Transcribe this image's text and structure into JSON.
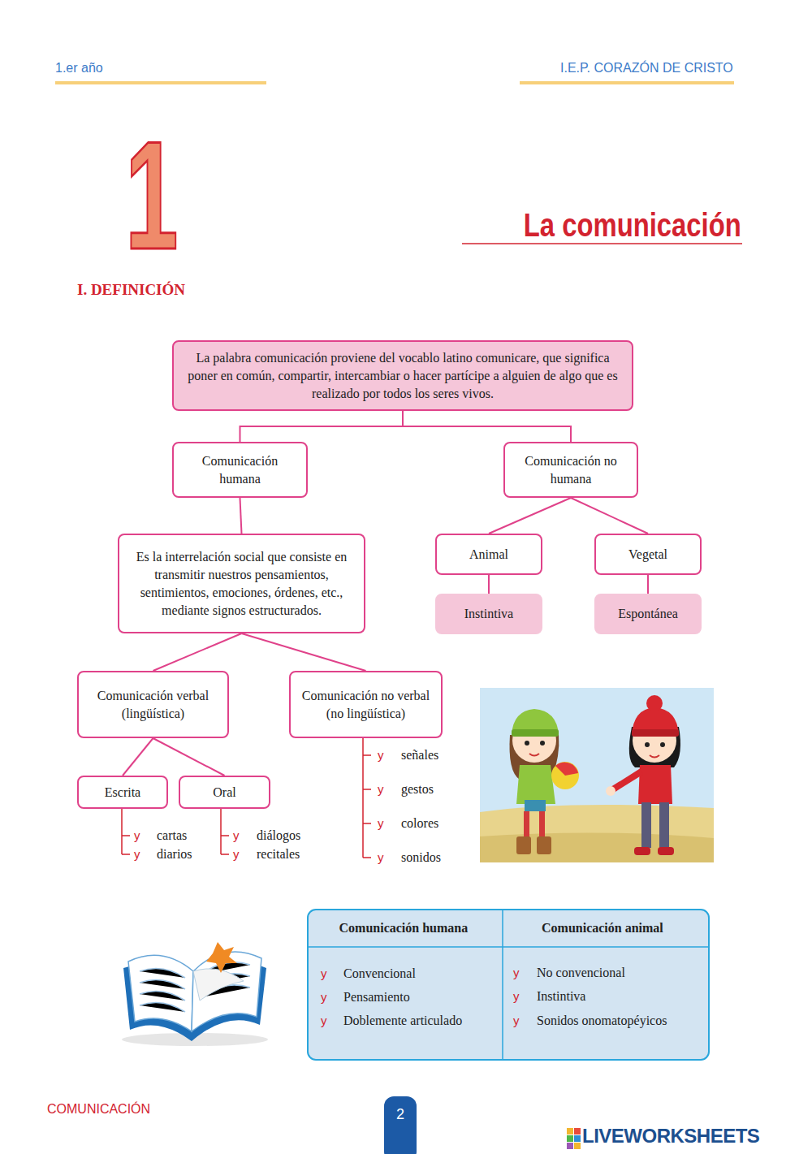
{
  "diagram": {
    "title": "La comunicación",
    "nodes": [
      {
        "text": [
          "La palabra comunicación proviene del vocablo latino comunicare, que significa poner en común, compartir, intercambiar o hacer partícipe a alguien de algo que es realizado por todos los seres vivos."
        ]
      },
      {
        "text": [
          "Comunicación humana"
        ]
      },
      {
        "text": [
          "Comunicación no humana"
        ]
      },
      {
        "text": [
          "Es la interrelación social que consiste en transmitir nuestros pensamientos, sentimientos, emociones, órdenes, etc., mediante signos estructurados."
        ]
      },
      {
        "text": [
          "Animal"
        ]
      },
      {
        "text": [
          "Vegetal"
        ]
      },
      {
        "text": [
          "Instintiva"
        ]
      },
      {
        "text": [
          "Espontánea"
        ]
      },
      {
        "text": [
          "Comunicación verbal (lingüística)"
        ]
      },
      {
        "text": [
          "Comunicación no verbal (no lingüística)"
        ]
      },
      {
        "text": [
          "Escrita"
        ]
      },
      {
        "text": [
          "Oral"
        ]
      }
    ],
    "edges": [
      {
        "from": 0,
        "to": 1,
        "arrow": "none"
      },
      {
        "from": 0,
        "to": 2,
        "arrow": "none"
      },
      {
        "from": 1,
        "to": 3,
        "arrow": "none"
      },
      {
        "from": 2,
        "to": 4,
        "arrow": "none"
      },
      {
        "from": 2,
        "to": 5,
        "arrow": "none"
      },
      {
        "from": 4,
        "to": 6,
        "arrow": "none"
      },
      {
        "from": 5,
        "to": 7,
        "arrow": "none"
      },
      {
        "from": 3,
        "to": 8,
        "arrow": "none"
      },
      {
        "from": 3,
        "to": 9,
        "arrow": "none"
      },
      {
        "from": 8,
        "to": 10,
        "arrow": "none"
      },
      {
        "from": 8,
        "to": 11,
        "arrow": "none"
      }
    ],
    "labels": [
      "1.er año",
      "I.E.P. CORAZÓN DE CRISTO",
      "1",
      "I. DEFINICIÓN",
      "y",
      "cartas",
      "y",
      "diarios",
      "y",
      "diálogos",
      "y",
      "recitales",
      "y",
      "señales",
      "y",
      "gestos",
      "y",
      "colores",
      "y",
      "sonidos",
      "Comunicación humana",
      "Comunicación animal",
      "y",
      "Convencional",
      "y",
      "Pensamiento",
      "y",
      "Doblemente articulado",
      "y",
      "No convencional",
      "y",
      "Instintiva",
      "y",
      "Sonidos onomatopéyicos",
      "COMUNICACIÓN",
      "2",
      "LIVEWORKSHEETS"
    ]
  }
}
